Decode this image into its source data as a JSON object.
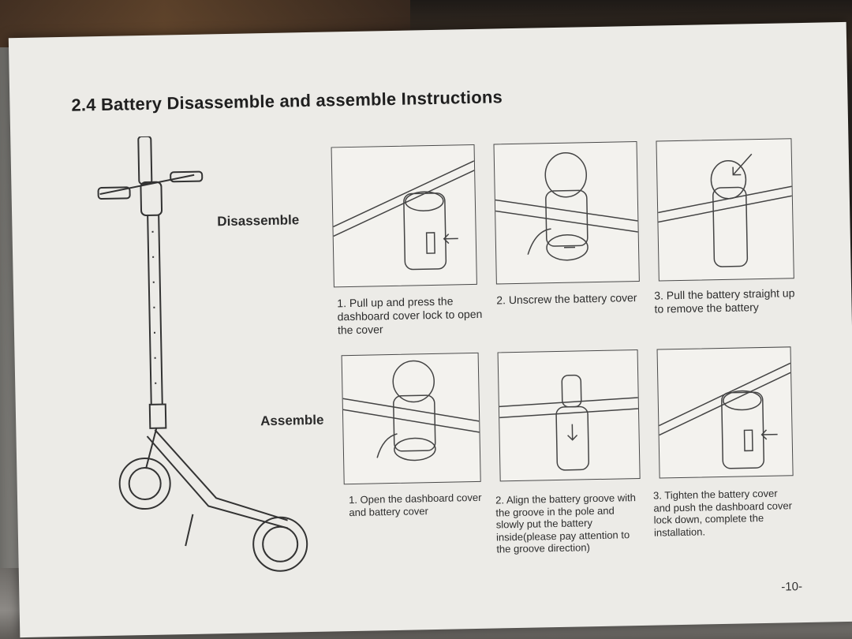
{
  "manual": {
    "title": "2.4 Battery Disassemble and assemble Instructions",
    "page_number": "-10-",
    "disassemble": {
      "label": "Disassemble",
      "steps": [
        {
          "caption": "1. Pull up and press the dashboard cover lock to open the cover",
          "icon": "handlebar-cover-lock-icon"
        },
        {
          "caption": "2. Unscrew the battery cover",
          "icon": "unscrew-cover-icon"
        },
        {
          "caption": "3. Pull the battery straight up to remove the battery",
          "icon": "pull-battery-icon"
        }
      ]
    },
    "assemble": {
      "label": "Assemble",
      "steps": [
        {
          "caption": "1. Open the dashboard cover and battery cover",
          "icon": "open-cover-icon"
        },
        {
          "caption": "2. Align the battery groove with the groove in the pole and slowly put the battery inside(please pay attention to the groove direction)",
          "icon": "insert-battery-icon"
        },
        {
          "caption": "3. Tighten the battery cover and push the dashboard cover lock down, complete the installation.",
          "icon": "lock-cover-icon"
        }
      ]
    }
  }
}
